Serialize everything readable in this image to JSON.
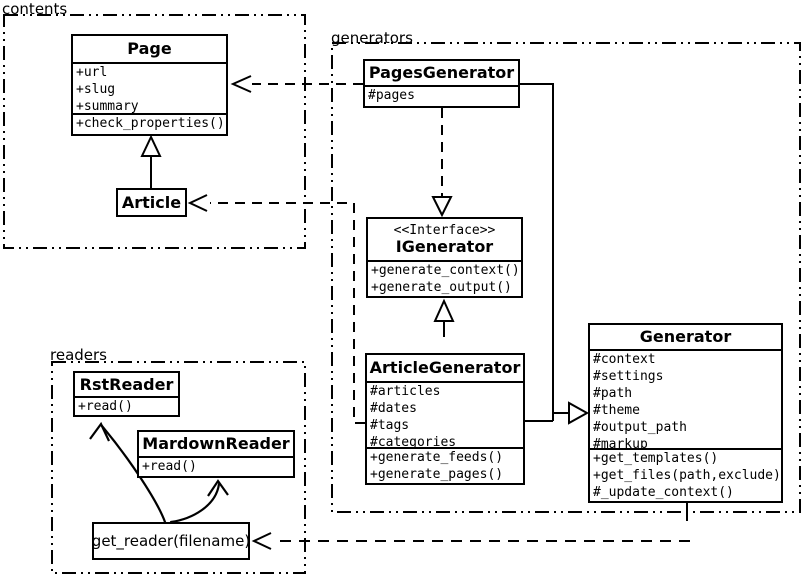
{
  "diagram": {
    "colors": {
      "line": "#000000",
      "background": "#ffffff",
      "box_fill": "#ffffff"
    },
    "packages": {
      "contents": {
        "label": "contents"
      },
      "generators": {
        "label": "generators"
      },
      "readers": {
        "label": "readers"
      }
    },
    "classes": {
      "page": {
        "title": "Page",
        "attributes": [
          "+url",
          "+slug",
          "+summary"
        ],
        "methods": [
          "+check_properties()"
        ]
      },
      "article": {
        "title": "Article"
      },
      "pages_generator": {
        "title": "PagesGenerator",
        "attributes": [
          "#pages"
        ]
      },
      "igenerator": {
        "stereotype": "<<Interface>>",
        "title": "IGenerator",
        "methods": [
          "+generate_context()",
          "+generate_output()"
        ]
      },
      "article_generator": {
        "title": "ArticleGenerator",
        "attributes": [
          "#articles",
          "#dates",
          "#tags",
          "#categories"
        ],
        "methods": [
          "+generate_feeds()",
          "+generate_pages()"
        ]
      },
      "generator": {
        "title": "Generator",
        "attributes": [
          "#context",
          "#settings",
          "#path",
          "#theme",
          "#output_path",
          "#markup"
        ],
        "methods": [
          "+get_templates()",
          "+get_files(path,exclude)",
          "#_update_context()"
        ]
      },
      "rst_reader": {
        "title": "RstReader",
        "methods": [
          "+read()"
        ]
      },
      "mardown_reader": {
        "title": "MardownReader",
        "methods": [
          "+read()"
        ]
      },
      "get_reader": {
        "title": "get_reader(filename)"
      }
    },
    "relationships": [
      {
        "type": "generalization",
        "from": "Article",
        "to": "Page"
      },
      {
        "type": "dependency",
        "from": "PagesGenerator",
        "to": "Page"
      },
      {
        "type": "realization",
        "from": "PagesGenerator",
        "to": "IGenerator"
      },
      {
        "type": "generalization",
        "from": "ArticleGenerator",
        "to": "IGenerator"
      },
      {
        "type": "dependency",
        "from": "ArticleGenerator",
        "to": "Article"
      },
      {
        "type": "generalization",
        "from": "PagesGenerator",
        "to": "Generator"
      },
      {
        "type": "generalization",
        "from": "ArticleGenerator",
        "to": "Generator"
      },
      {
        "type": "dependency",
        "from": "Generator",
        "to": "get_reader(filename)"
      },
      {
        "type": "call",
        "from": "get_reader(filename)",
        "to": "RstReader"
      },
      {
        "type": "call",
        "from": "get_reader(filename)",
        "to": "MardownReader"
      }
    ]
  }
}
